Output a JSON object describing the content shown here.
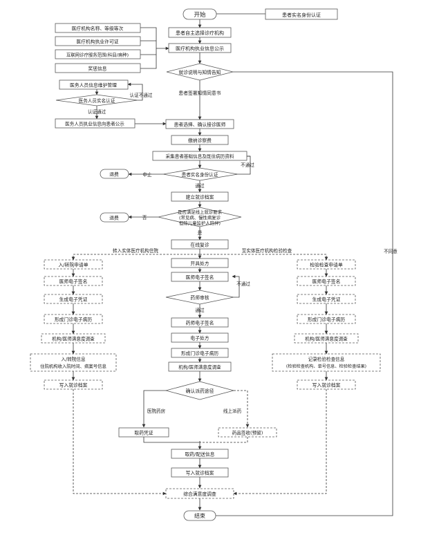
{
  "nodes": {
    "start": "开始",
    "identity_verify": "患者实名身份认证",
    "choose_institution": "患者自主选择诊疗机构",
    "inst_name_level": "医疗机构名称、等级等次",
    "inst_license": "医疗机构执业许可证",
    "internet_scope": "互联网诊疗服务范围(科目/病种)",
    "awards": "奖惩信息",
    "inst_disclosure": "医疗机构执业信息公示",
    "informed_notice": "就诊说明与知情告知",
    "sign_consent": "患者签署知情同意书",
    "staff_info_maint": "医务人员信息维护管理",
    "staff_realname": "医务人员实名认证",
    "staff_disclosure": "医务人员执业信息向患者公示",
    "patient_choose": "患者选择、确认接诊医师",
    "pay_fee": "缴纳诊察费",
    "collect_records": "采集患者基础信息及既往病历资料",
    "refund1": "退费",
    "realname_verify": "患者实名身份认证",
    "create_record": "建立就诊档案",
    "refund2": "退费",
    "online_req_1": "是否满足线上就诊要求",
    "online_req_2": "(常见病、慢性病复诊",
    "online_req_3": "但除儿童监护人陪伴)",
    "online_followup": "在线复诊",
    "prescribe": "开具处方",
    "doctor_sign_mid": "医师电子签名",
    "pharm_review": "药师审核",
    "pharm_sign": "药师电子签名",
    "e_prescription": "电子处方",
    "outpatient_record_mid": "形成门诊电子病历",
    "satisfaction_mid": "机构/医师满意度调查",
    "confirm_dispense": "确认派药途径",
    "pickup_voucher": "取药凭证",
    "delivery_sign": "药品签收(预留)",
    "pickup_info": "取药/配送信息",
    "write_record_mid": "写入就诊档案",
    "overall_survey": "综合满意度调查",
    "end": "结束",
    "admit_apply": "入/转院申请单",
    "doctor_sign_left": "医师电子签名",
    "gen_voucher_left": "生成电子凭证",
    "outpatient_record_left": "形成门诊电子病历",
    "satisfaction_left": "机构/医师满意度调查",
    "admit_info_1": "入/转院信息",
    "admit_info_2": "住院机构收入院时间、病案号信息",
    "write_record_left": "写入就诊档案",
    "exam_apply": "检验检查申请单",
    "doctor_sign_right": "医师电子签名",
    "gen_voucher_right": "生成电子凭证",
    "outpatient_record_right": "形成门诊电子病历",
    "satisfaction_right": "机构/医师满意度调查",
    "exam_result_1": "记录检验检查信息",
    "exam_result_2": "(检验检查机构、单号信息、检验检查结果)",
    "write_record_right": "写入就诊档案"
  },
  "edge_labels": {
    "verify_fail": "认证不通过",
    "verify_pass": "认证通过",
    "fail1": "不通过",
    "midway": "中止",
    "pass1": "通过",
    "no": "否",
    "yes": "是",
    "to_hospital": "转入实体医疗机构住院",
    "to_exam": "至实体医疗机构检验检查",
    "fail2": "不通过",
    "pass2": "通过",
    "hospital_pharmacy": "医院药房",
    "online_dispense": "线上派药",
    "disagree": "不同意"
  }
}
